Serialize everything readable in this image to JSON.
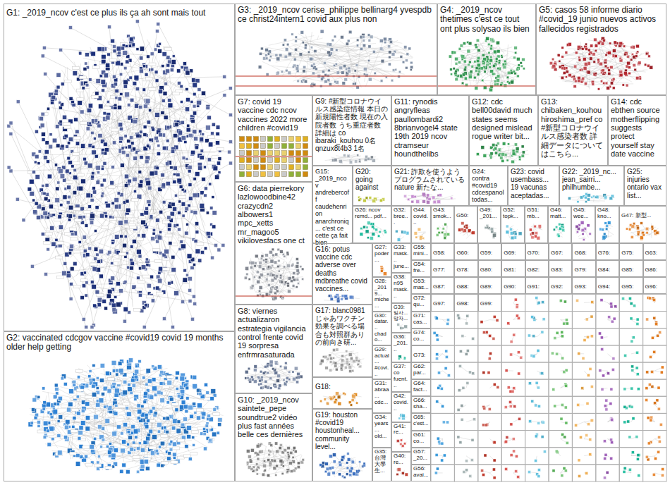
{
  "diagram": {
    "nodes": [
      {
        "text": [
          "G1: _2019_ncov c'est ce plus ils ça ah sont mais tout"
        ]
      },
      {
        "text": [
          "G2: vaccinated cdcgov vaccine #covid19 covid 19 months older help getting"
        ]
      },
      {
        "text": [
          "G3: _2019_ncov cerise_philippe bellinarg4 yvespdb ce christ24intern1 covid aux plus non"
        ]
      },
      {
        "text": [
          "G4: _2019_ncov thetimes c'est ce tout ont plus solysao ils bien"
        ]
      },
      {
        "text": [
          "G5: casos 58 informe diario #covid_19 junio nuevos activos fallecidos registrados"
        ]
      },
      {
        "text": [
          "G6: data pierrekory lazlowoodbine42 crazycdn2 albowers1 mpc_xetts mr_magoo5 vikilovesfacs one ct"
        ]
      },
      {
        "text": [
          "G7: covid 19 vaccine cdc ncov vaccines 2022 more children #covid19"
        ]
      },
      {
        "text": [
          "G8: viernes actualizaron estrategia vigilancia control frente covid 19 sorpresa enfrmrasaturada"
        ]
      },
      {
        "text": [
          "G9: #新型コロナウイルス感染症情報 本日の新規陽性者数 現在の入院者数 うち重症者数 詳細は co ibaraki_kouhou 0名 qnzux8t4b3 1名"
        ]
      },
      {
        "text": [
          "G10: _2019_ncov saintete_pepe soundtrue2 vidéo plus fast années belle ces dernières"
        ]
      },
      {
        "text": [
          "G11: rynodis angryfleas paullombardi2 8brianvogel4 state 19th 2019 ncov ctramseur houndthelibs"
        ]
      },
      {
        "text": [
          "G12: cdc bell00david much states seems designed mislead rogue writer bit..."
        ]
      },
      {
        "text": [
          "G13: chibaken_kouhou hiroshima_pref co #新型コロナウイルス感染者数 詳細データについてはこちら..."
        ]
      },
      {
        "text": [
          "G14: cdc ebthen source motherflipping suggests protect yourself stay date vaccine"
        ]
      },
      {
        "text": [
          "G15: _2019_ncov andrebercoff caudehenrion anarchroniq... c'est ce cette ça fait bien"
        ]
      },
      {
        "text": [
          "G16: potus vaccine cdc adverse over deaths mdbreathe covid vaccines..."
        ]
      },
      {
        "text": [
          "G17: blanc0981 じゃあワクチン効果を調べる場合も対照群ありの前向き研..."
        ]
      },
      {
        "text": [
          "G18:"
        ]
      },
      {
        "text": [
          "G19: houston #covid19 houstonheal... community level..."
        ]
      },
      {
        "text": [
          "G20: going against"
        ]
      },
      {
        "text": [
          "G21: 詐欺を使うようプログラムされている nature 新たな..."
        ]
      },
      {
        "text": [
          "G22: _2019_nc... jean_sairri... philhumbe..."
        ]
      },
      {
        "text": [
          "G23: covid usembass... 19 vacunas aceptadas..."
        ]
      },
      {
        "text": [
          "G24: contra #covid19 cdcespanol todas..."
        ]
      },
      {
        "text": [
          "G25: injuries ontario vax list..."
        ]
      },
      {
        "text": [
          "G26: ncov remd... pdf..."
        ]
      },
      {
        "text": [
          "G27: poder..."
        ]
      },
      {
        "text": [
          "G28: _2019... miche..."
        ]
      },
      {
        "text": [
          "G29: actual... #covi..."
        ]
      },
      {
        "text": [
          "G30: datar... chado..."
        ]
      },
      {
        "text": [
          "G31: abraa... cdc..."
        ]
      },
      {
        "text": [
          "G32: bree..."
        ]
      },
      {
        "text": [
          "G33: mask... june..."
        ]
      },
      {
        "text": [
          "G34: years... old..."
        ]
      },
      {
        "text": [
          "G35: 台灣大學生..."
        ]
      },
      {
        "text": [
          "G36: _201..."
        ]
      },
      {
        "text": [
          "G37: co fuent..."
        ]
      },
      {
        "text": [
          "G38: n95 mask..."
        ]
      },
      {
        "text": [
          "G39: 일사... 망자..."
        ]
      },
      {
        "text": [
          "G40: re..."
        ]
      },
      {
        "text": [
          "G41: re..."
        ]
      },
      {
        "text": [
          "G42: covid..."
        ]
      },
      {
        "text": [
          "G43: smok..."
        ]
      },
      {
        "text": [
          "G44: covid..."
        ]
      },
      {
        "text": [
          "G45: wee..."
        ]
      },
      {
        "text": [
          "G46: matt..."
        ]
      },
      {
        "text": [
          "G47: 新型..."
        ]
      },
      {
        "text": [
          "G48: kno..."
        ]
      },
      {
        "text": [
          "G49: _201..."
        ]
      },
      {
        "text": [
          "G50:"
        ]
      },
      {
        "text": [
          "G51: mb..."
        ]
      },
      {
        "text": [
          "G52: topk..."
        ]
      },
      {
        "text": [
          "G53: mas..."
        ]
      },
      {
        "text": [
          "G54: fre..."
        ]
      },
      {
        "text": [
          "G55: mini..."
        ]
      },
      {
        "text": [
          "G56: avai..."
        ]
      },
      {
        "text": [
          "G57: _20..."
        ]
      },
      {
        "text": [
          "G58:"
        ]
      },
      {
        "text": [
          "G59:"
        ]
      },
      {
        "text": [
          "G60:"
        ]
      },
      {
        "text": [
          "G61: co..."
        ]
      },
      {
        "text": [
          "G62: par..."
        ]
      },
      {
        "text": [
          "G63:"
        ]
      },
      {
        "text": [
          "G64: fact..."
        ]
      },
      {
        "text": [
          "G65: c'est..."
        ]
      },
      {
        "text": [
          "G66: sha..."
        ]
      },
      {
        "text": [
          "G67:"
        ]
      },
      {
        "text": [
          "G68:"
        ]
      },
      {
        "text": [
          "G69:"
        ]
      },
      {
        "text": [
          "G70:"
        ]
      },
      {
        "text": [
          "G71: cas..."
        ]
      },
      {
        "text": [
          "G72: qu..."
        ]
      },
      {
        "text": [
          "G73:"
        ]
      },
      {
        "text": [
          "G74: co..."
        ]
      },
      {
        "text": [
          "G75:"
        ]
      },
      {
        "text": [
          "G76:"
        ]
      },
      {
        "text": [
          "G77:"
        ]
      },
      {
        "text": [
          "G78:"
        ]
      },
      {
        "text": [
          "G79:"
        ]
      },
      {
        "text": [
          "G80:"
        ]
      },
      {
        "text": [
          "G81:"
        ]
      },
      {
        "text": [
          "G82:"
        ]
      },
      {
        "text": [
          "G83:"
        ]
      },
      {
        "text": [
          "G84:"
        ]
      },
      {
        "text": [
          "G85:"
        ]
      },
      {
        "text": [
          "G86:"
        ]
      },
      {
        "text": [
          "G87:"
        ]
      },
      {
        "text": [
          "G88:"
        ]
      },
      {
        "text": [
          "G89:"
        ]
      },
      {
        "text": [
          "G90:"
        ]
      },
      {
        "text": [
          "G91:"
        ]
      },
      {
        "text": [
          "G92:"
        ]
      },
      {
        "text": [
          "G93:"
        ]
      },
      {
        "text": [
          "G94:"
        ]
      },
      {
        "text": [
          "G95:"
        ]
      },
      {
        "text": [
          "G96:"
        ]
      },
      {
        "text": [
          "G97:"
        ]
      },
      {
        "text": [
          "G98:"
        ]
      },
      {
        "text": [
          "G99:"
        ]
      }
    ],
    "edges": [
      {
        "from": 0,
        "to": 3,
        "arrow": "none"
      },
      {
        "from": 0,
        "to": 4,
        "arrow": "none"
      },
      {
        "from": 0,
        "to": 8,
        "arrow": "none"
      },
      {
        "from": 0,
        "to": 15,
        "arrow": "none"
      }
    ]
  }
}
